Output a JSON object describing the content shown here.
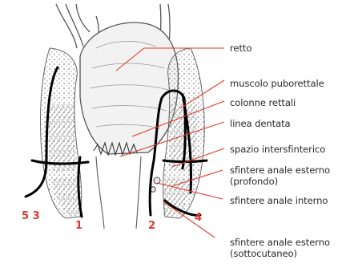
{
  "labels": {
    "retto": "retto",
    "puborettale": "muscolo puborettale",
    "colonne": "colonne rettali",
    "dentata": "linea dentata",
    "intersfinterico": "spazio intersfinterico",
    "est_profondo_1": "sfintere anale esterno",
    "est_profondo_2": "(profondo)",
    "interno": "sfintere anale interno",
    "est_sotto_1": "sfintere anale esterno",
    "est_sotto_2": "(sottocutaneo)"
  },
  "numbers": {
    "n53": "5 3",
    "n1": "1",
    "n2": "2",
    "n4": "4"
  },
  "colors": {
    "leader": "#e0392c",
    "outline": "#000000",
    "ink": "#555555"
  }
}
